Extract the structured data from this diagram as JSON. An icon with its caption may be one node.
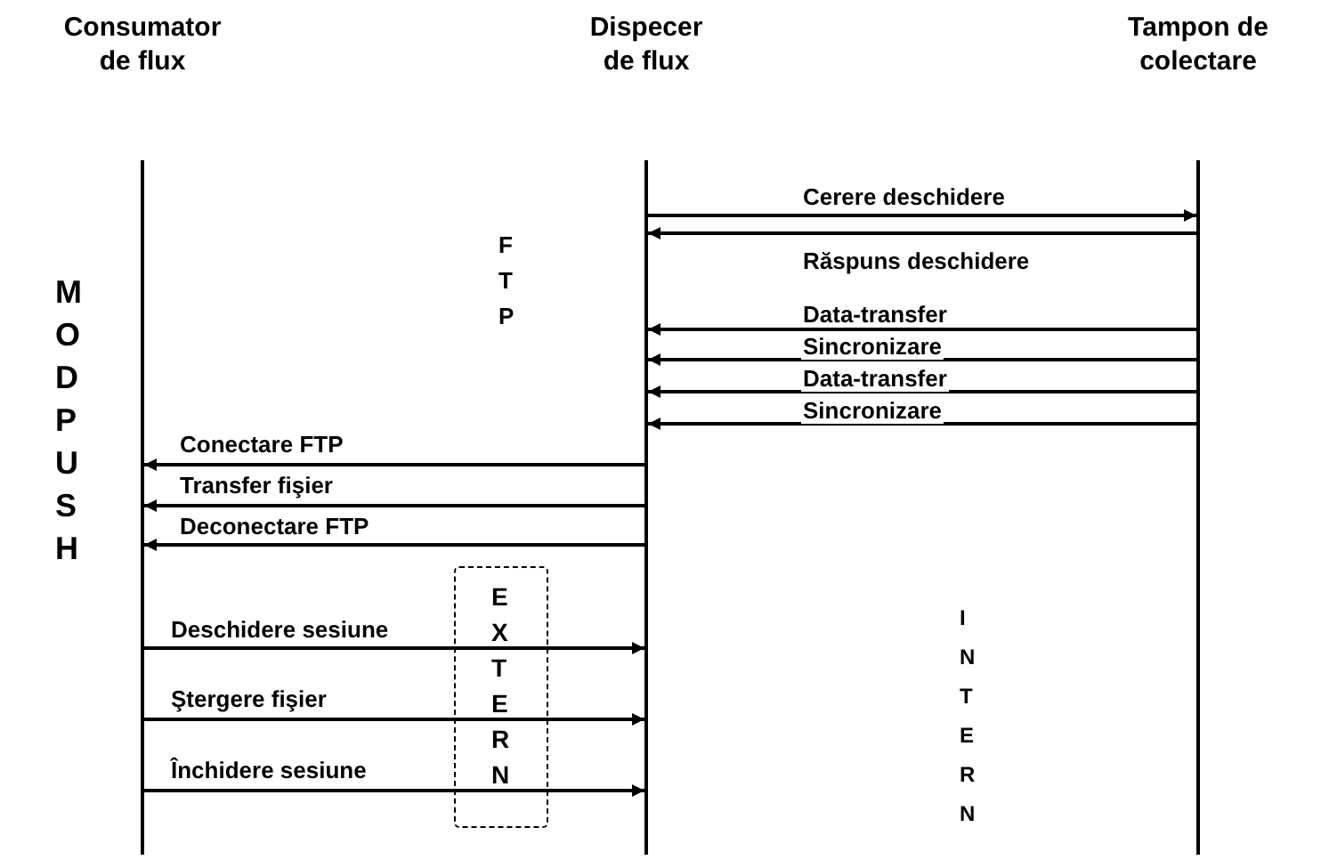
{
  "diagram": {
    "nodes": [
      {
        "text": [
          "Consumator de flux"
        ]
      },
      {
        "text": [
          "Dispecer de flux"
        ]
      },
      {
        "text": [
          "Tampon de colectare"
        ]
      }
    ],
    "edges": [
      {
        "from": 1,
        "to": 2,
        "arrow": "to",
        "label": "Cerere deschidere"
      },
      {
        "from": 2,
        "to": 1,
        "arrow": "to",
        "label": "Răspuns deschidere"
      },
      {
        "from": 2,
        "to": 1,
        "arrow": "to",
        "label": "Data-transfer"
      },
      {
        "from": 2,
        "to": 1,
        "arrow": "to",
        "label": "Sincronizare"
      },
      {
        "from": 2,
        "to": 1,
        "arrow": "to",
        "label": "Data-transfer"
      },
      {
        "from": 2,
        "to": 1,
        "arrow": "to",
        "label": "Sincronizare"
      },
      {
        "from": 1,
        "to": 0,
        "arrow": "to",
        "label": "Conectare FTP"
      },
      {
        "from": 1,
        "to": 0,
        "arrow": "to",
        "label": "Transfer fişier"
      },
      {
        "from": 1,
        "to": 0,
        "arrow": "to",
        "label": "Deconectare FTP"
      },
      {
        "from": 0,
        "to": 1,
        "arrow": "to",
        "label": "Deschidere sesiune"
      },
      {
        "from": 0,
        "to": 1,
        "arrow": "to",
        "label": "Ştergere fişier"
      },
      {
        "from": 0,
        "to": 1,
        "arrow": "to",
        "label": "Închidere sesiune"
      }
    ],
    "labels": [
      "MOD PUSH",
      "FTP",
      "EXTERN",
      "INTERN"
    ]
  }
}
